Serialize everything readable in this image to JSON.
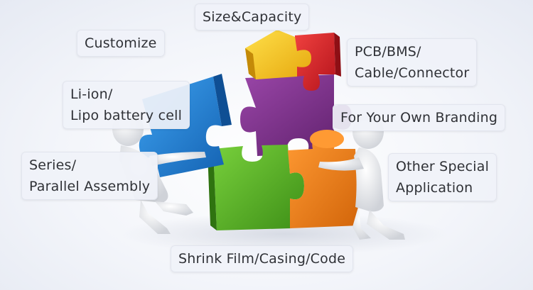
{
  "labels": {
    "size_capacity": "Size&Capacity",
    "customize": "Customize",
    "pcb": [
      "PCB/BMS/",
      "Cable/Connector"
    ],
    "li_ion": [
      "Li-ion/",
      "Lipo battery cell"
    ],
    "branding": "For Your Own Branding",
    "series": [
      "Series/",
      "Parallel Assembly"
    ],
    "other": [
      "Other Special",
      "Application"
    ],
    "shrink": "Shrink Film/Casing/Code"
  },
  "colors": {
    "yellow": "#f6c21a",
    "red": "#d9232b",
    "purple": "#7a2e86",
    "green": "#56b128",
    "orange": "#ef7d16",
    "blue": "#1f7fd2",
    "figure": "#f2f2f2"
  }
}
